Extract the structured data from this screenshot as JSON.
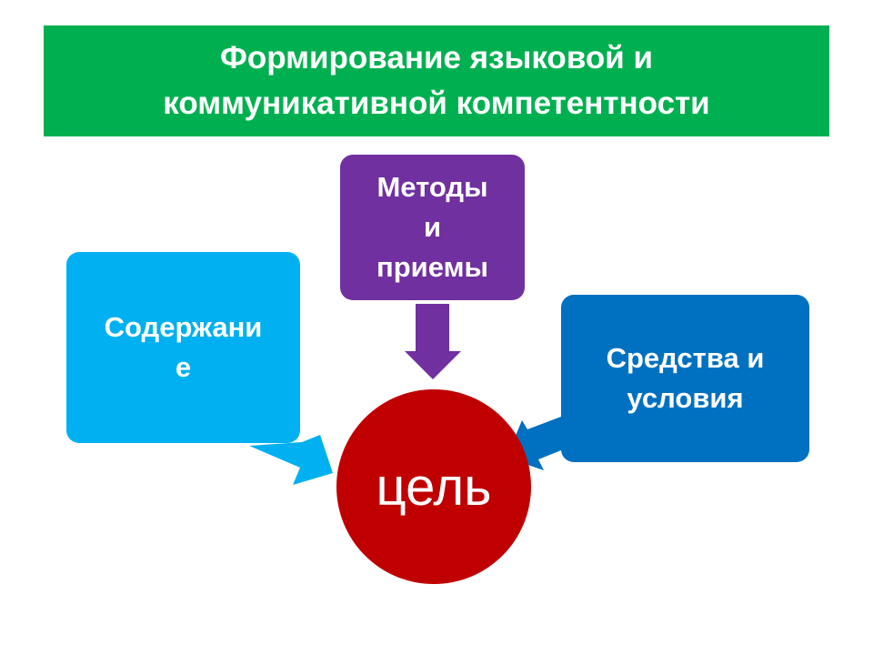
{
  "title": {
    "line1": "Формирование языковой и",
    "line2": "коммуникативной компетентности"
  },
  "boxes": {
    "methods": {
      "line1": "Методы",
      "line2": "и",
      "line3": "приемы"
    },
    "content": {
      "line1": "Содержани",
      "line2": "е"
    },
    "means": {
      "line1": "Средства и",
      "line2": "условия"
    }
  },
  "goal": "цель",
  "colors": {
    "header": "#00B050",
    "methods": "#7030A0",
    "content": "#00B0F0",
    "means": "#0070C0",
    "goal": "#C00000"
  }
}
